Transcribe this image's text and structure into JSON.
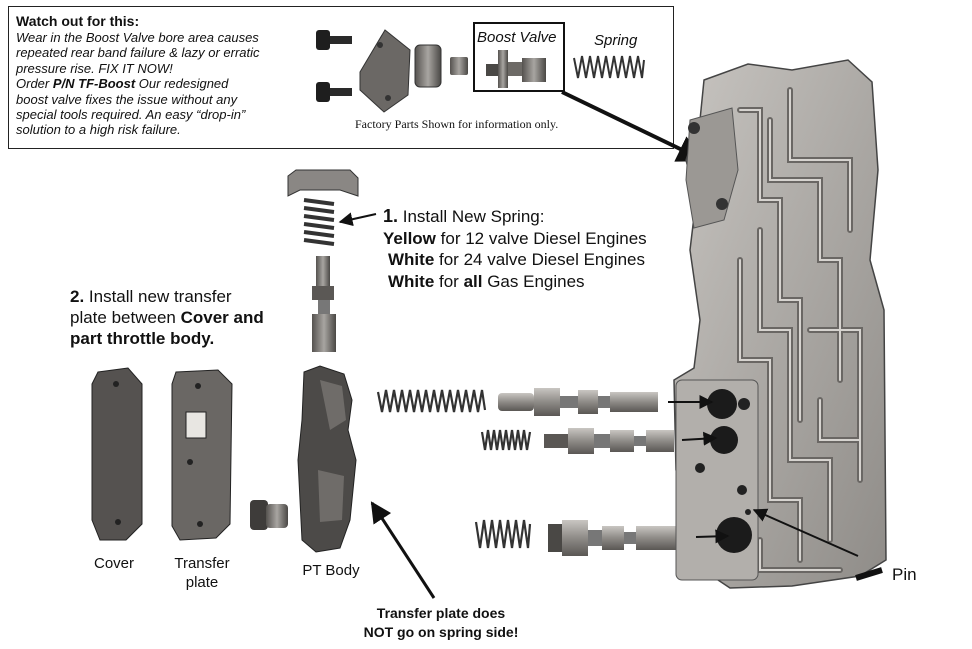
{
  "warning": {
    "title": "Watch out for this:",
    "line1": "Wear in the Boost Valve bore area causes",
    "line2": "repeated rear band failure & lazy or erratic",
    "line3": "pressure rise. FIX IT NOW!",
    "order_prefix": "Order ",
    "part_number": "P/N TF-Boost",
    "line4_rest": "  Our redesigned",
    "line5": "boost valve fixes the issue without any",
    "line6": "special tools required. An easy “drop-in”",
    "line7": "solution to a high risk failure.",
    "boost_valve_label": "Boost Valve",
    "spring_label": "Spring",
    "factory_note": "Factory Parts Shown for information only."
  },
  "step1": {
    "number": "1.",
    "title": " Install New Spring:",
    "line1_bold": "Yellow",
    "line1_rest": " for 12 valve Diesel Engines",
    "line2_bold": "White",
    "line2_rest": " for 24 valve Diesel Engines",
    "line3_bold": "White",
    "line3_mid": " for ",
    "line3_bold2": "all",
    "line3_rest": " Gas Engines"
  },
  "step2": {
    "number": "2.",
    "text1": " Install new transfer",
    "text2": "plate between ",
    "bold1": "Cover and",
    "bold2": "part throttle body."
  },
  "labels": {
    "cover": "Cover",
    "transfer_plate_1": "Transfer",
    "transfer_plate_2": "plate",
    "pt_body": "PT Body",
    "pin": "Pin"
  },
  "note": {
    "line1": "Transfer plate does",
    "line2": "NOT go on spring side!"
  },
  "colors": {
    "metal_dark": "#3f3d3b",
    "metal_mid": "#7a7775",
    "metal_light": "#b9b6b2",
    "outline": "#111111"
  }
}
